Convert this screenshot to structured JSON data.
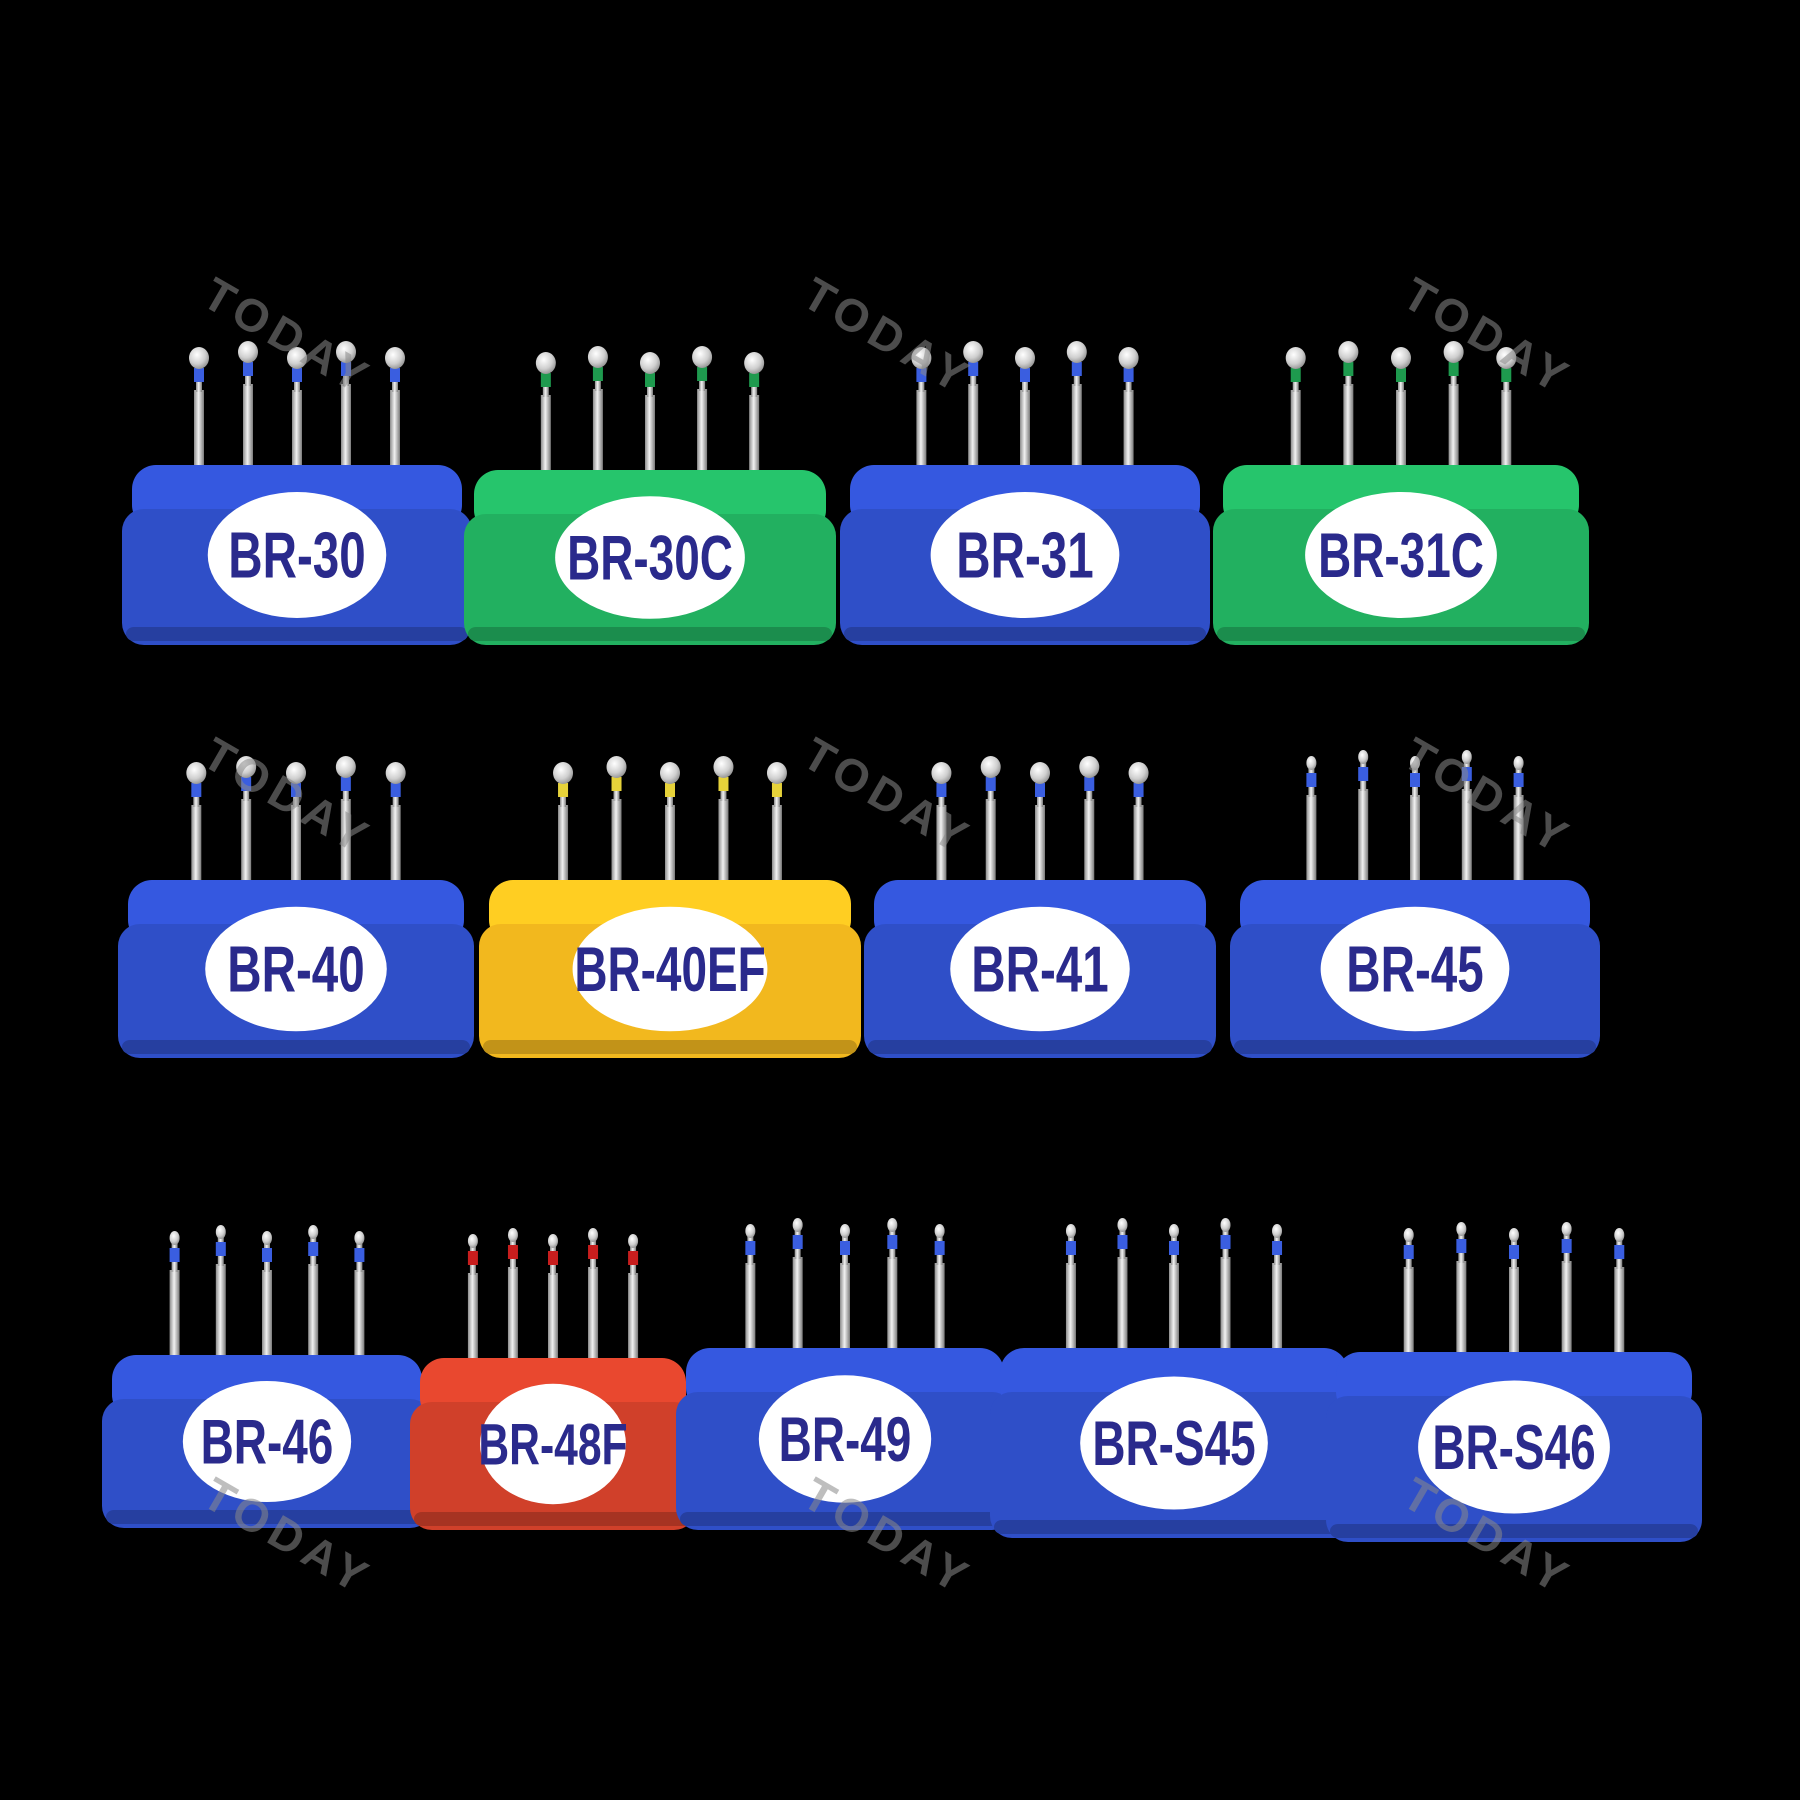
{
  "background_color": "#000000",
  "watermark": {
    "text": "TODAY",
    "color": "#8a8a8a"
  },
  "label_text_color": "#2a2a8c",
  "products": [
    {
      "label": "BR-30",
      "holder_color": "#2f4fc8",
      "band_color": "#3a5ee0",
      "tip": "round"
    },
    {
      "label": "BR-30C",
      "holder_color": "#22b060",
      "band_color": "#1e9a4e",
      "tip": "round"
    },
    {
      "label": "BR-31",
      "holder_color": "#2f4fc8",
      "band_color": "#3a5ee0",
      "tip": "round"
    },
    {
      "label": "BR-31C",
      "holder_color": "#22b060",
      "band_color": "#1e9a4e",
      "tip": "round"
    },
    {
      "label": "BR-40",
      "holder_color": "#2f4fc8",
      "band_color": "#3a5ee0",
      "tip": "round"
    },
    {
      "label": "BR-40EF",
      "holder_color": "#f2b81e",
      "band_color": "#e6d23a",
      "tip": "round"
    },
    {
      "label": "BR-41",
      "holder_color": "#2f4fc8",
      "band_color": "#3a5ee0",
      "tip": "round"
    },
    {
      "label": "BR-45",
      "holder_color": "#2f4fc8",
      "band_color": "#3a5ee0",
      "tip": "small"
    },
    {
      "label": "BR-46",
      "holder_color": "#2f4fc8",
      "band_color": "#3a5ee0",
      "tip": "small"
    },
    {
      "label": "BR-48F",
      "holder_color": "#d0402a",
      "band_color": "#c81e1e",
      "tip": "small"
    },
    {
      "label": "BR-49",
      "holder_color": "#2f4fc8",
      "band_color": "#3a5ee0",
      "tip": "small"
    },
    {
      "label": "BR-S45",
      "holder_color": "#2f4fc8",
      "band_color": "#3a5ee0",
      "tip": "small"
    },
    {
      "label": "BR-S46",
      "holder_color": "#2f4fc8",
      "band_color": "#3a5ee0",
      "tip": "small"
    }
  ]
}
